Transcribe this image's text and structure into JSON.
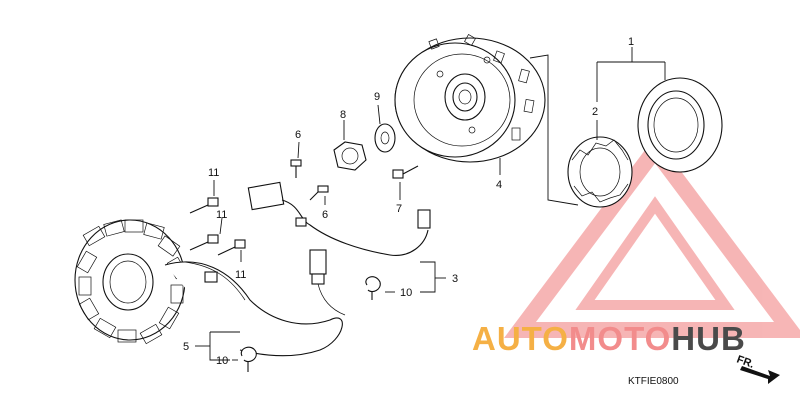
{
  "callouts": {
    "c1": "1",
    "c2": "2",
    "c3": "3",
    "c4": "4",
    "c5": "5",
    "c6a": "6",
    "c6b": "6",
    "c7": "7",
    "c8": "8",
    "c9": "9",
    "c10a": "10",
    "c10b": "10",
    "c11a": "11",
    "c11b": "11",
    "c11c": "11"
  },
  "diagram_code": "KTFIE0800",
  "front_marker": "FR.",
  "watermark": {
    "part1": "AUTO",
    "part2": "MOTO",
    "part3": "HUB",
    "colors": {
      "orange": "#f5b045",
      "pink": "#f28c8c",
      "gray": "#4a4a4a"
    }
  }
}
